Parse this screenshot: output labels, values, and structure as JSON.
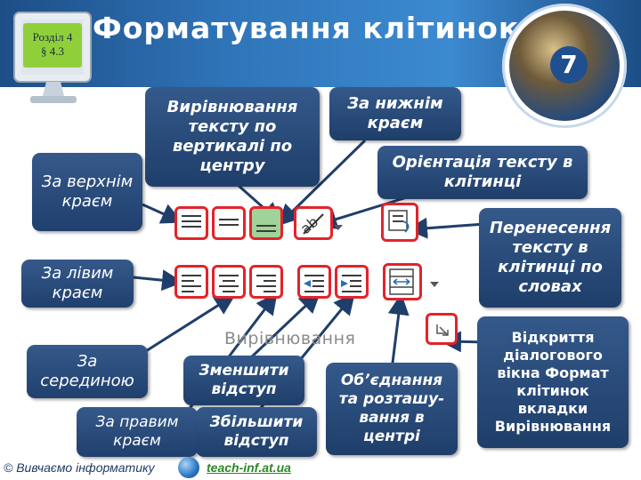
{
  "header": {
    "title": "Форматування клітинок",
    "section_line1": "Розділ 4",
    "section_line2": "§ 4.3",
    "logo_number": "7"
  },
  "callouts": {
    "top_edge": "За верхнім краєм",
    "vertical_center": "Вирівнювання тексту по вертикалі по центру",
    "bottom_edge": "За нижнім краєм",
    "orientation": "Орієнтація тексту в клітинці",
    "wrap_text": "Перенесення тексту в клітинці по словах",
    "left_edge": "За лівим краєм",
    "middle": "За серединою",
    "decrease_indent": "Зменшити відступ",
    "right_edge": "За правим краєм",
    "increase_indent": "Збільшити відступ",
    "merge_center": "Об’єднання та розташу-вання в центрі",
    "dialog_launcher": "Відкриття діалогового вікна Формат клітинок вкладки Вирівнювання"
  },
  "ribbon": {
    "group_label": "Вирівнювання"
  },
  "footer": {
    "left_text": "© Вивчаємо інформатику",
    "link_text": "teach-inf.at.ua"
  },
  "colors": {
    "header_blue": "#2f74b8",
    "callout_blue": "#2a4c7c",
    "highlight_red": "#e3232a",
    "active_green": "#9fd39a",
    "section_green": "#8fd03a",
    "link_green": "#2b8a24"
  },
  "icons": {
    "monitor": "monitor-icon",
    "orientation": "text-orientation-icon",
    "wrap": "wrap-text-icon",
    "merge": "merge-center-icon",
    "launcher": "dialog-launcher-icon",
    "globe": "globe-icon"
  }
}
